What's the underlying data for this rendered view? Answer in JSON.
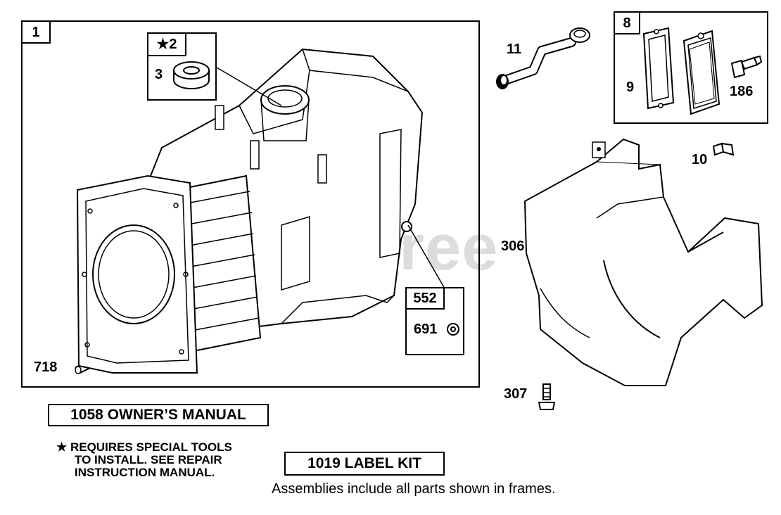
{
  "frames": {
    "engine_block": {
      "ref": "1"
    },
    "seal_kit": {
      "ref": "★2",
      "part": "3"
    },
    "gasket_kit": {
      "ref": "8",
      "part_gasket": "9",
      "part_fitting": "186"
    },
    "oil_seal": {
      "ref": "552",
      "part": "691"
    }
  },
  "callouts": {
    "breather_tube": "11",
    "screw": "10",
    "air_guide": "306",
    "bolt": "307",
    "dowel_pin": "718"
  },
  "boxes": {
    "owners_manual": "1058 OWNER’S MANUAL",
    "label_kit": "1019 LABEL KIT"
  },
  "note": {
    "line1": "★ REQUIRES SPECIAL TOOLS",
    "line2": "TO INSTALL.  SEE REPAIR",
    "line3": "INSTRUCTION MANUAL."
  },
  "footer": "Assemblies include all parts shown in frames.",
  "watermark": "PartsTree",
  "trademark": "™"
}
